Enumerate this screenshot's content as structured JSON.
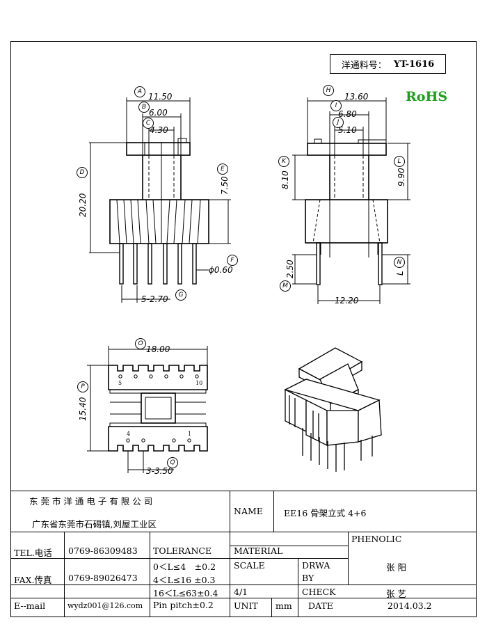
{
  "header": {
    "part_label": "洋通料号：",
    "part_number": "YT-1616",
    "rohs": "RoHS"
  },
  "dimensions": {
    "A": "11.50",
    "B": "6.00",
    "C": "4.30",
    "D": "20.20",
    "E": "7.50",
    "F": "0.60",
    "G": "5-2.70",
    "H": "13.60",
    "I": "6.80",
    "J": "5.10",
    "K": "8.10",
    "L": "9.90",
    "M": "2.50",
    "N": "L",
    "pitch": "12.20",
    "O": "18.00",
    "P": "15.40",
    "Q": "3-3.50"
  },
  "callouts": [
    "A",
    "B",
    "C",
    "D",
    "E",
    "F",
    "G",
    "H",
    "I",
    "J",
    "K",
    "L",
    "M",
    "N",
    "O",
    "P",
    "Q"
  ],
  "pin_numbers": {
    "top_left": "5",
    "top_right": "10",
    "bottom_left": "4",
    "bottom_right": "1"
  },
  "title_block": {
    "company": "东 莞 市 洋 通 电 子 有 限 公 司",
    "address": "广东省东莞市石碣镇,刘屋工业区",
    "name_label": "NAME",
    "name_value": "EE16 骨架立式 4+6",
    "tel_label": "TEL.电话",
    "tel_value": "0769-86309483",
    "fax_label": "FAX.传真",
    "fax_value": "0769-89026473",
    "email_label": "E--mail",
    "email_value": "wydz001@126.com",
    "tolerance_label": "TOLERANCE",
    "tol_1": "0＜L≤4　±0.2",
    "tol_2": "4＜L≤16 ±0.3",
    "tol_3": "16＜L≤63±0.4",
    "tol_4": "Pin pitch±0.2",
    "material_label": "MATERIAL",
    "material_value": "PHENOLIC",
    "scale_label": "SCALE",
    "scale_value": "4/1",
    "unit_label": "UNIT",
    "unit_value": "mm",
    "drwa_label": "DRWA",
    "by_label": "BY",
    "drawn_by": "张 阳",
    "check_label": "CHECK",
    "checked_by": "张 艺",
    "date_label": "DATE",
    "date_value": "2014.03.2"
  }
}
